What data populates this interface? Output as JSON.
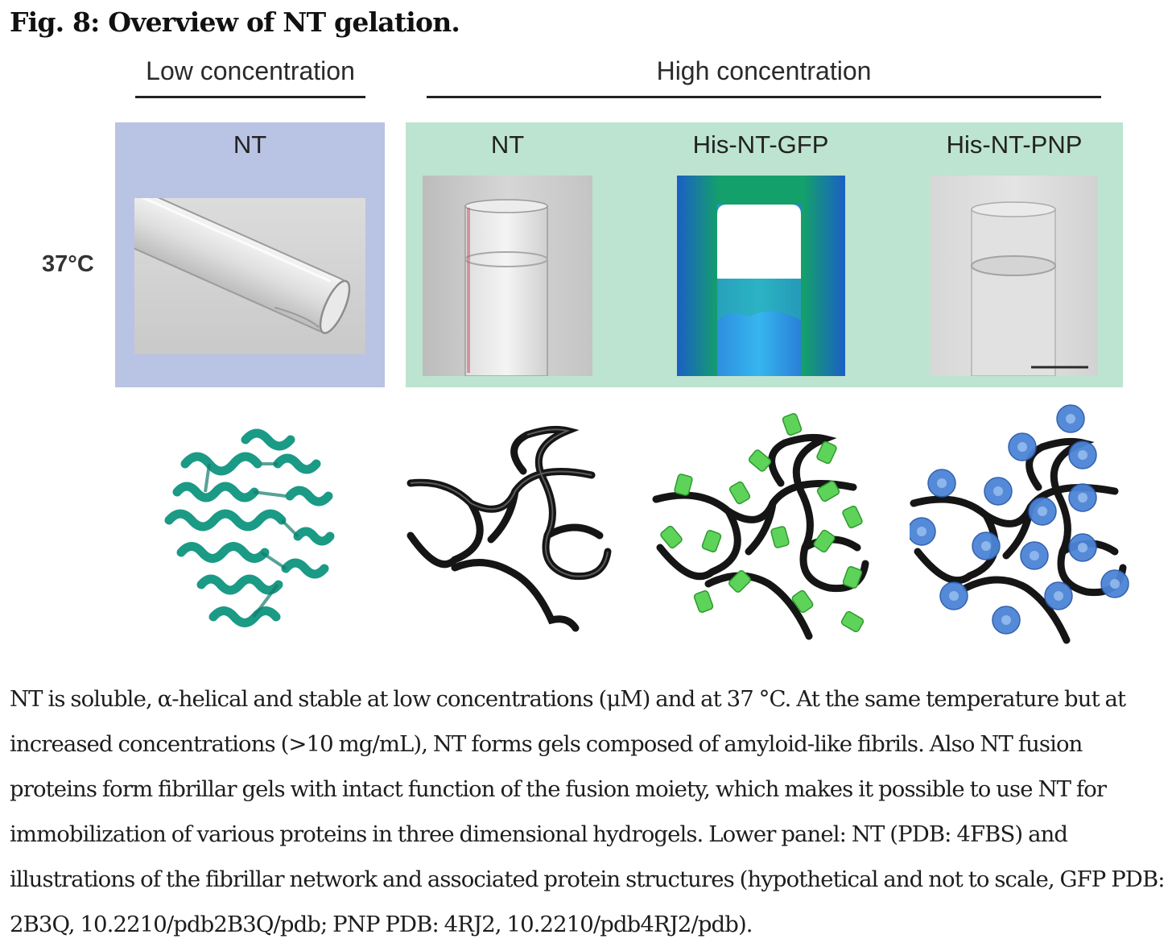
{
  "figure": {
    "title": "Fig. 8: Overview of NT gelation.",
    "group_low": "Low concentration",
    "group_high": "High concentration",
    "temperature": "37°C",
    "columns": [
      "NT",
      "NT",
      "His-NT-GFP",
      "His-NT-PNP"
    ],
    "colors": {
      "low_panel": "#b9c3e3",
      "high_panel": "#bde4d0",
      "helix": "#1b9a86",
      "fibril": "#151515",
      "gfp": "#5ed35a",
      "pnp": "#4c84d6"
    }
  },
  "caption": "NT is soluble, α-helical and stable at low concentrations (μM) and at 37 °C. At the same temperature but at increased concentrations (>10 mg/mL), NT forms gels composed of amyloid-like fibrils. Also NT fusion proteins form fibrillar gels with intact function of the fusion moiety, which makes it possible to use NT for immobilization of various proteins in three dimensional hydrogels. Lower panel: NT (PDB: 4FBS) and illustrations of the fibrillar network and associated protein structures (hypothetical and not to scale, GFP PDB: 2B3Q, 10.2210/pdb2B3Q/pdb; PNP PDB: 4RJ2, 10.2210/pdb4RJ2/pdb)."
}
